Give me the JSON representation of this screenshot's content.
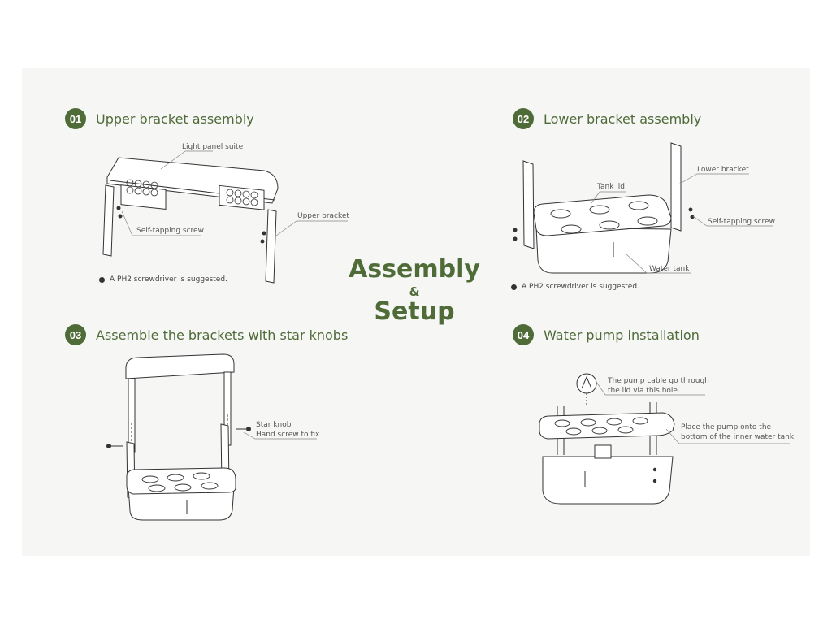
{
  "center": {
    "line1": "Assembly",
    "amp": "&",
    "line2": "Setup"
  },
  "steps": [
    {
      "num": "01",
      "title": "Upper bracket assembly",
      "labels": {
        "light_panel": "Light panel suite",
        "upper_bracket": "Upper bracket",
        "screw": "Self-tapping screw"
      },
      "note": "A PH2 screwdriver is suggested."
    },
    {
      "num": "02",
      "title": "Lower bracket assembly",
      "labels": {
        "lower_bracket": "Lower bracket",
        "tank_lid": "Tank lid",
        "screw": "Self-tapping screw",
        "water_tank": "Water tank"
      },
      "note": "A PH2 screwdriver is suggested."
    },
    {
      "num": "03",
      "title": "Assemble the brackets with star knobs",
      "labels": {
        "knob1": "Star knob",
        "knob2": "Hand screw to fix"
      }
    },
    {
      "num": "04",
      "title": "Water pump installation",
      "labels": {
        "cable1": "The pump cable go through",
        "cable2": "the lid via this hole.",
        "pump1": "Place the pump onto the",
        "pump2": "bottom of the inner water tank."
      }
    }
  ],
  "colors": {
    "accent": "#4e6b38",
    "panel_bg": "#f6f6f5"
  }
}
